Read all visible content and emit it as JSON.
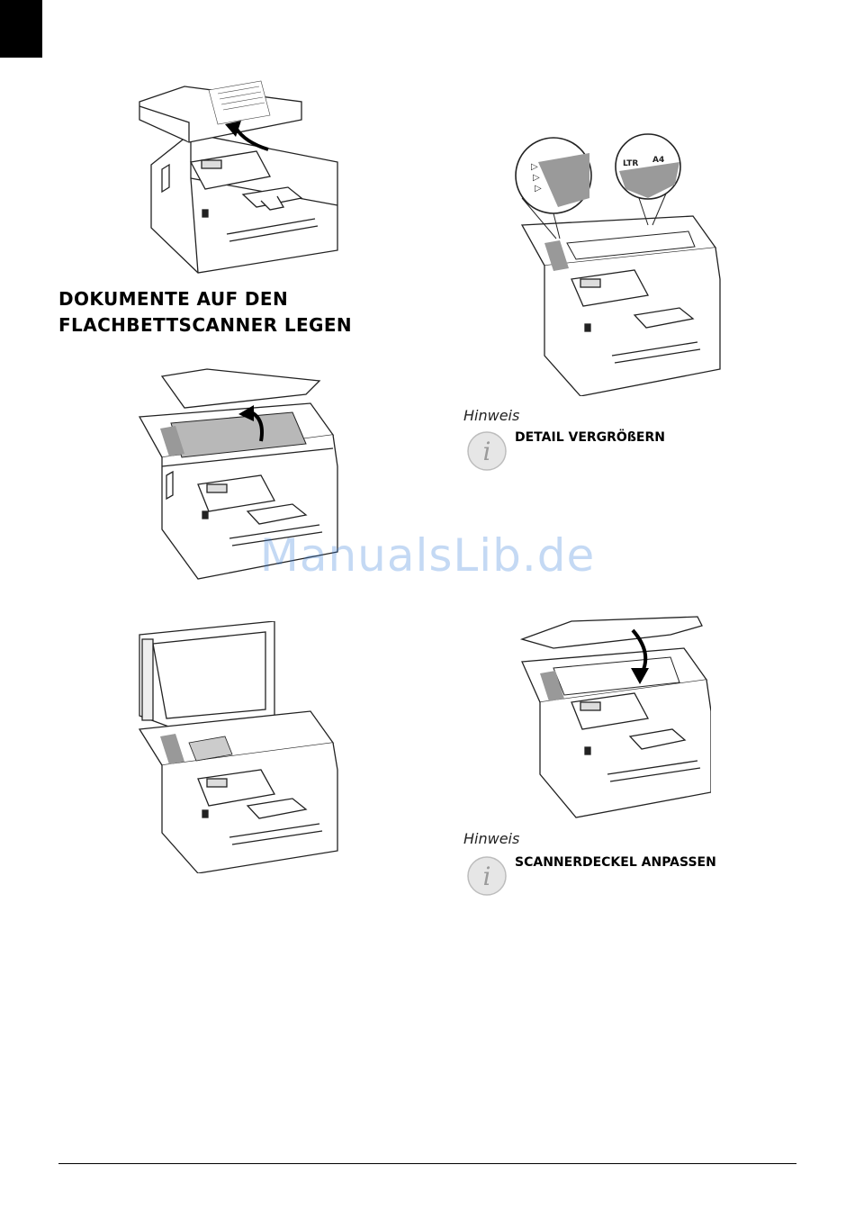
{
  "heading": {
    "line1": "DOKUMENTE AUF DEN",
    "line2": "FLACHBETTSCANNER LEGEN"
  },
  "hints": [
    {
      "label": "Hinweis",
      "title": "DETAIL VERGRÖßERN",
      "icon": "info-icon"
    },
    {
      "label": "Hinweis",
      "title": "SCANNERDECKEL ANPASSEN",
      "icon": "info-icon"
    }
  ],
  "illustration_labels": {
    "lens_right_a": "LTR",
    "lens_right_b": "A4"
  },
  "watermark": "ManualsLib.de"
}
